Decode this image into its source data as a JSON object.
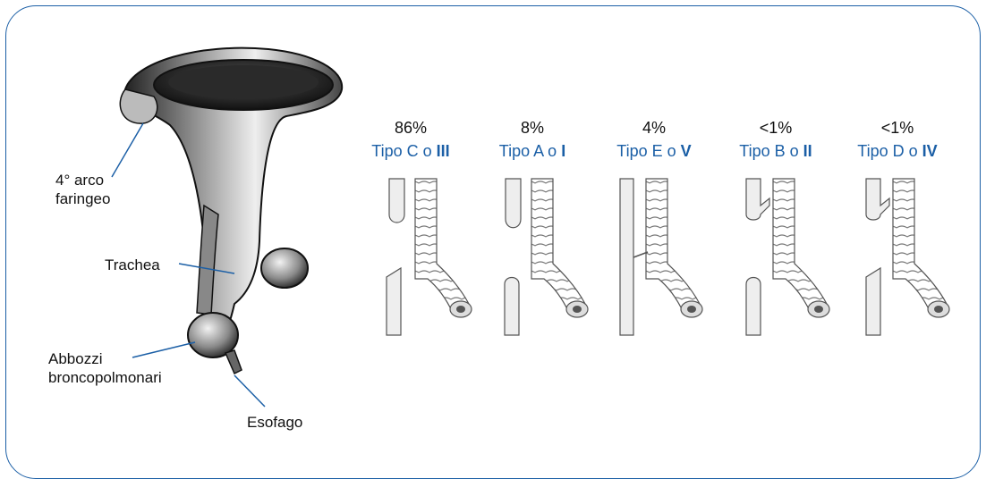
{
  "colors": {
    "frame": "#1b5fa6",
    "type_text": "#1b5fa6",
    "text": "#111111"
  },
  "embryo": {
    "labels": {
      "arch": [
        "4° arco",
        "faringeo"
      ],
      "trachea": "Trachea",
      "buds": [
        "Abbozzi",
        "broncopolmonari"
      ],
      "esophagus": "Esofago"
    }
  },
  "types": [
    {
      "percent": "86%",
      "prefix": "Tipo C o ",
      "numeral": "III"
    },
    {
      "percent": "8%",
      "prefix": "Tipo A o ",
      "numeral": "I"
    },
    {
      "percent": "4%",
      "prefix": "Tipo E o ",
      "numeral": "V"
    },
    {
      "percent": "<1%",
      "prefix": "Tipo B o ",
      "numeral": "II"
    },
    {
      "percent": "<1%",
      "prefix": "Tipo D o ",
      "numeral": "IV"
    }
  ]
}
